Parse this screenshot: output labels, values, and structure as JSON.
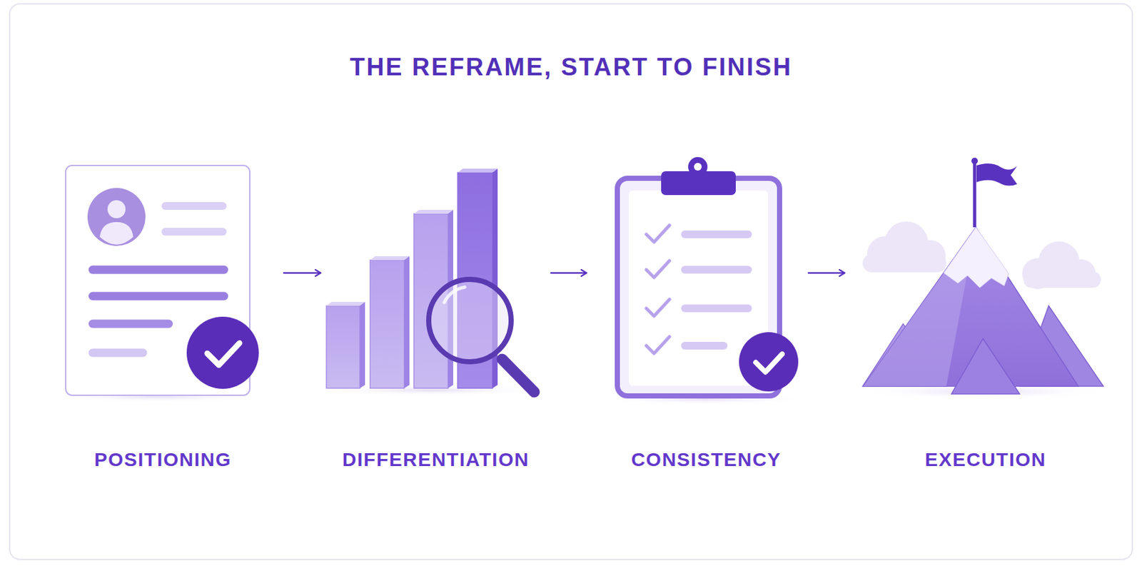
{
  "diagram": {
    "title": "THE REFRAME, START TO FINISH",
    "nodes": [
      {
        "text": [
          "POSITIONING"
        ]
      },
      {
        "text": [
          "DIFFERENTIATION"
        ]
      },
      {
        "text": [
          "CONSISTENCY"
        ]
      },
      {
        "text": [
          "EXECUTION"
        ]
      }
    ],
    "edges": [
      {
        "from": 0,
        "to": 1,
        "arrow": "to"
      },
      {
        "from": 1,
        "to": 2,
        "arrow": "to"
      },
      {
        "from": 2,
        "to": 3,
        "arrow": "to"
      }
    ]
  }
}
